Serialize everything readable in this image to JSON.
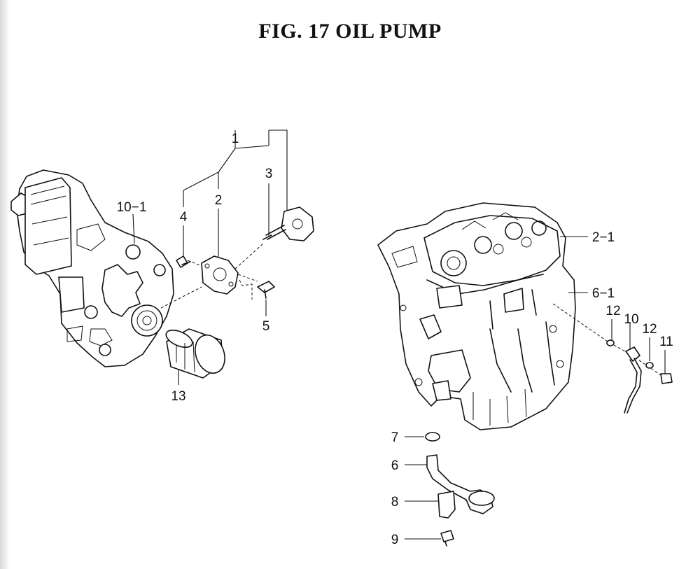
{
  "title": "FIG. 17  OIL PUMP",
  "labels": {
    "l1": "1",
    "l2": "2",
    "l3": "3",
    "l4": "4",
    "l5": "5",
    "l6": "6",
    "l7": "7",
    "l8": "8",
    "l9": "9",
    "l10": "10",
    "l11": "11",
    "l12a": "12",
    "l12b": "12",
    "l13": "13",
    "l10_1": "10−1",
    "l2_1": "2−1",
    "l6_1": "6−1"
  }
}
